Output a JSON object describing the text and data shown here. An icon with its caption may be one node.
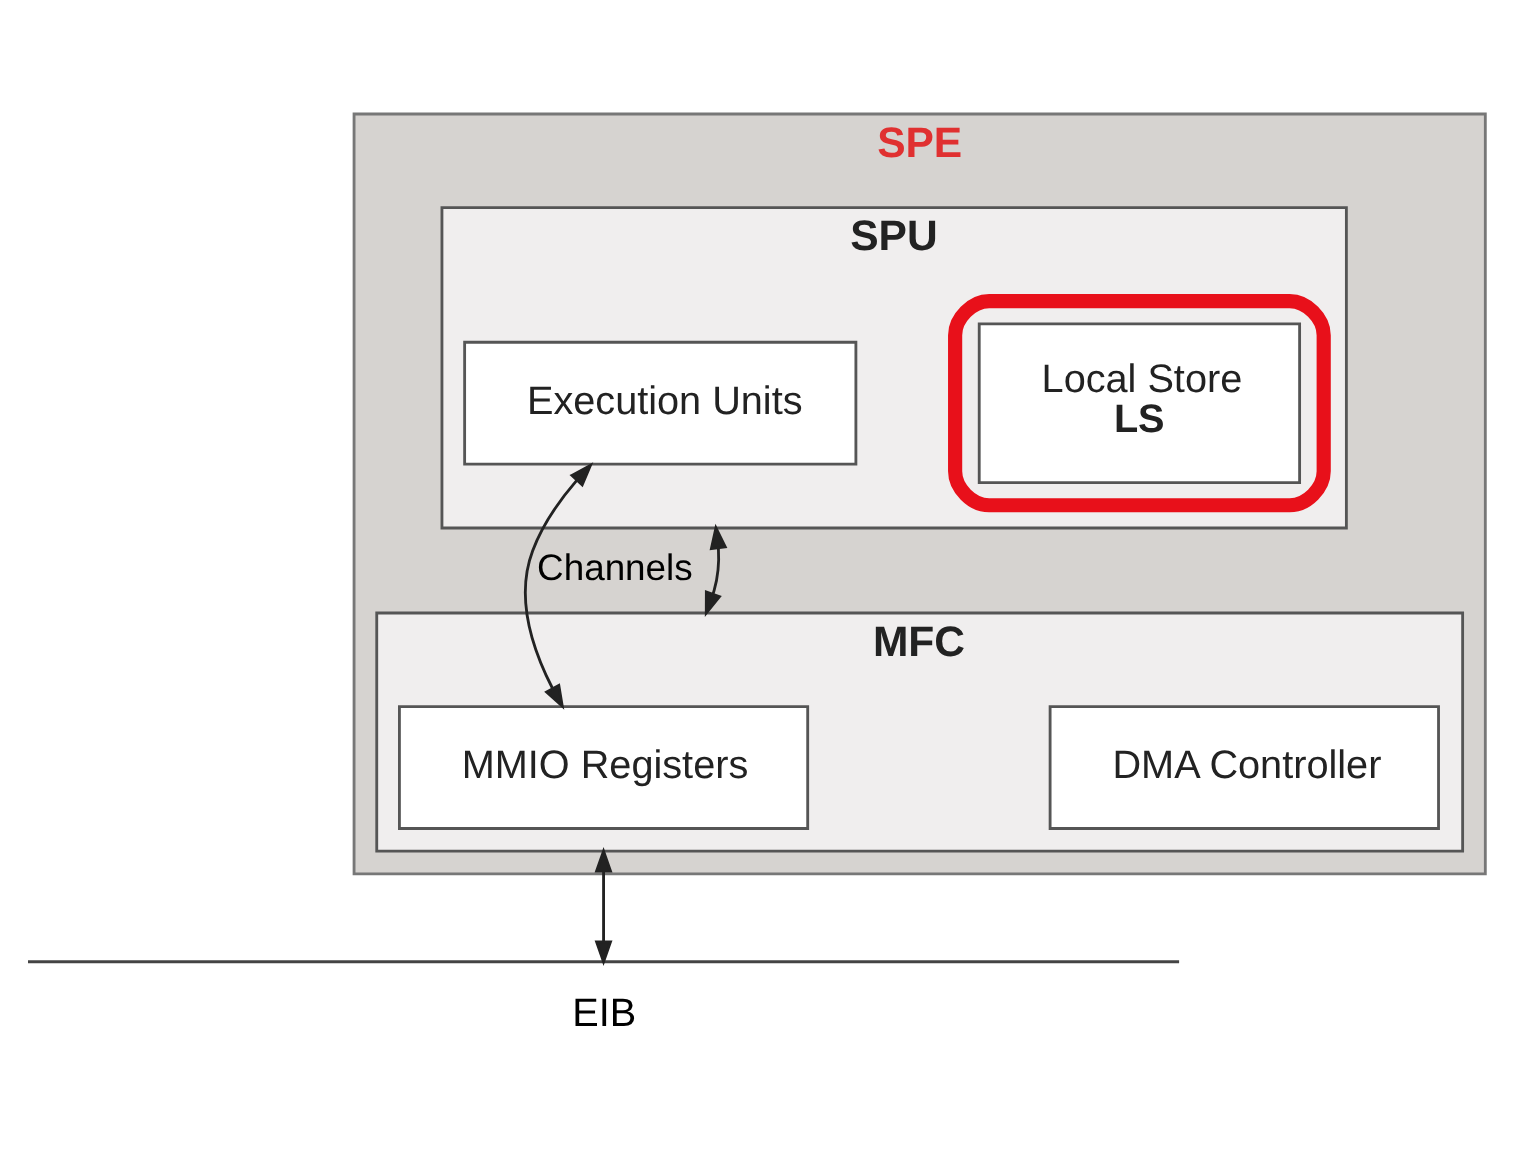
{
  "diagram": {
    "nodes": [
      {
        "text": [
          "SPE"
        ]
      },
      {
        "text": [
          "SPU"
        ],
        "in": 0
      },
      {
        "text": [
          "Execution Units"
        ],
        "in": 1
      },
      {
        "text": [],
        "shape": "ellipse",
        "in": 1
      },
      {
        "text": [
          "Local Store",
          "LS"
        ],
        "in": 3
      },
      {
        "text": [
          "MFC"
        ],
        "in": 0
      },
      {
        "text": [
          "MMIO Registers"
        ],
        "in": 5
      },
      {
        "text": [
          "DMA Controller"
        ],
        "in": 5
      },
      {
        "text": [
          "EIB"
        ]
      }
    ],
    "edges": [
      {
        "from": 2,
        "to": 6,
        "arrow": "both",
        "label": "Channels"
      },
      {
        "from": 1,
        "to": 5,
        "arrow": "both"
      },
      {
        "from": 5,
        "to": 8,
        "arrow": "both"
      }
    ]
  }
}
